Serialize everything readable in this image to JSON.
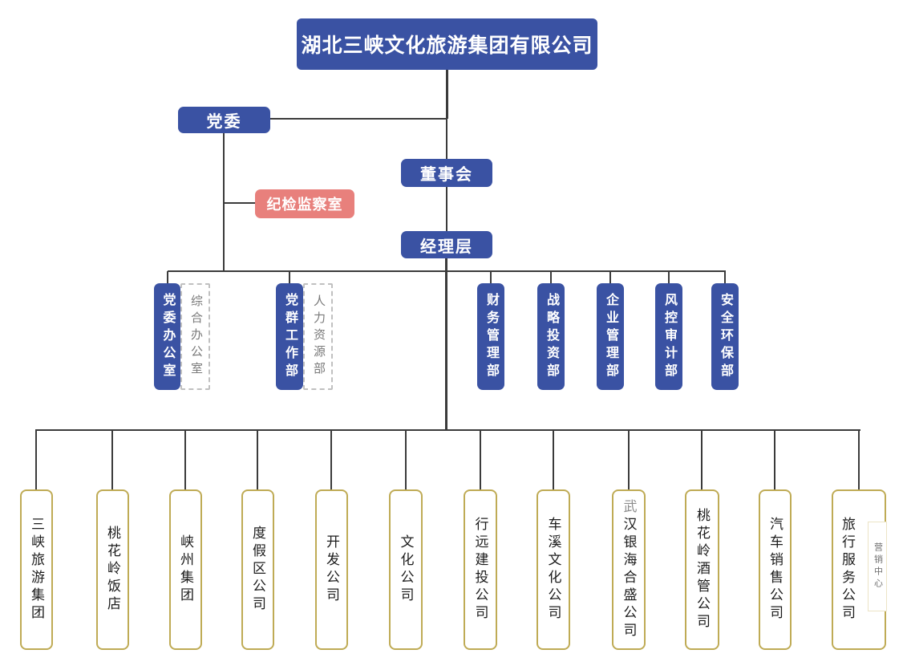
{
  "title": "湖北三峡文化旅游集团有限公司",
  "colors": {
    "node_blue": "#3a52a3",
    "node_red": "#e8807c",
    "subsidiary_border_gold": "#bfab55",
    "connector_line": "#3b3b3b",
    "attached_gray_text": "#7a7a7a"
  },
  "governance": {
    "party_committee": "党委",
    "discipline_office": "纪检监察室",
    "board": "董事会",
    "management": "经理层"
  },
  "departments": [
    {
      "label": "党委办公室",
      "attached": "综合办公室"
    },
    {
      "label": "党群工作部",
      "attached": "人力资源部"
    },
    {
      "label": "财务管理部"
    },
    {
      "label": "战略投资部"
    },
    {
      "label": "企业管理部"
    },
    {
      "label": "风控审计部"
    },
    {
      "label": "安全环保部"
    }
  ],
  "subsidiaries": [
    {
      "label": "三峡旅游集团"
    },
    {
      "label": "桃花岭饭店"
    },
    {
      "label": "峡州集团"
    },
    {
      "label": "度假区公司"
    },
    {
      "label": "开发公司"
    },
    {
      "label": "文化公司"
    },
    {
      "label": "行远建投公司"
    },
    {
      "label": "车溪文化公司"
    },
    {
      "label": "武汉银海合盛公司"
    },
    {
      "label": "桃花岭酒管公司"
    },
    {
      "label": "汽车销售公司"
    },
    {
      "label": "旅行服务公司",
      "attached": "营销中心"
    }
  ]
}
